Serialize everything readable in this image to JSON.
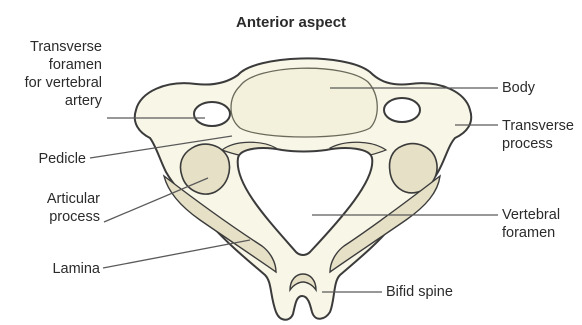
{
  "title": "Anterior aspect",
  "labels": {
    "transverse_foramen": "Transverse\nforamen\nfor vertebral\nartery",
    "pedicle": "Pedicle",
    "articular_process": "Articular\nprocess",
    "lamina": "Lamina",
    "body": "Body",
    "transverse_process": "Transverse\nprocess",
    "vertebral_foramen": "Vertebral\nforamen",
    "bifid_spine": "Bifid spine"
  },
  "colors": {
    "bone_fill": "#f8f6e7",
    "bone_shade": "#e5e0c6",
    "outline": "#3b3b3b",
    "leader_line": "#5a5a5a",
    "text": "#2b2b2b"
  }
}
